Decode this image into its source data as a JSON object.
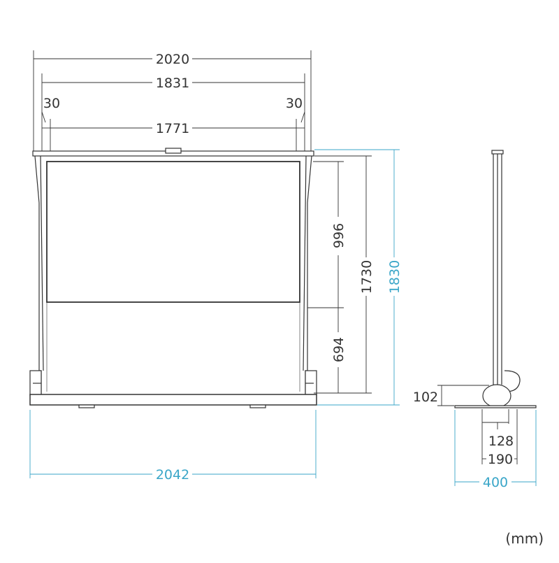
{
  "colors": {
    "line": "#333333",
    "accent": "#3aa6c8",
    "screen_border": "#333333"
  },
  "front_view": {
    "overall_width": "2020",
    "case_width": "1831",
    "left_margin": "30",
    "right_margin": "30",
    "screen_width": "1771",
    "screen_height": "996",
    "lower_gap": "694",
    "inner_height": "1730",
    "total_height": "1830",
    "base_width": "2042"
  },
  "side_view": {
    "base_height": "102",
    "case_depth": "128",
    "case_outer": "190",
    "base_depth": "400"
  },
  "unit_label": "(mm)"
}
